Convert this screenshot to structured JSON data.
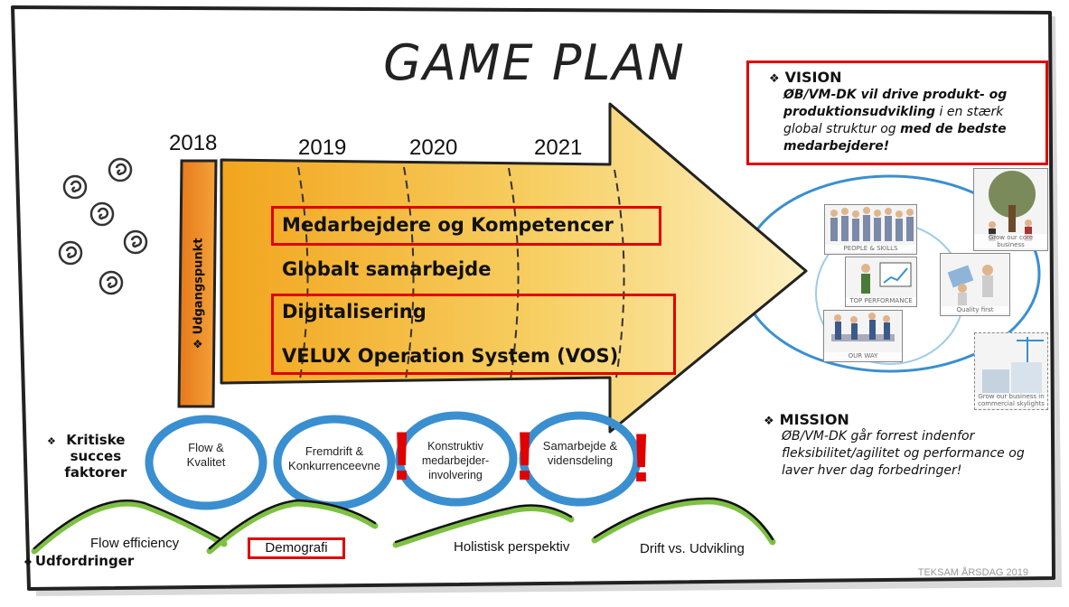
{
  "title": "GAME PLAN",
  "years": [
    "2018",
    "2019",
    "2020",
    "2021"
  ],
  "start_label": "Udgangspunkt",
  "arrow_items": [
    "Medarbejdere og Kompetencer",
    "Globalt samarbejde",
    "Digitalisering",
    "VELUX Operation System (VOS)"
  ],
  "vision": {
    "heading": "VISION",
    "body_bold_1": "ØB/VM-DK vil drive produkt- og produktionsudvikling",
    "body_regular": " i en stærk global struktur og ",
    "body_bold_2": "med de bedste medarbejdere!"
  },
  "mission": {
    "heading": "MISSION",
    "body": "ØB/VM-DK går forrest indenfor fleksibilitet/agilitet og performance og laver hver dag forbedringer!"
  },
  "csf_label": "Kritiske succes faktorer",
  "csf_circles": [
    "Flow & Kvalitet",
    "Fremdrift & Konkurrenceevne",
    "Konstruktiv medarbejder-involvering",
    "Samarbejde & vidensdeling"
  ],
  "challenges_label": "Udfordringer",
  "challenges": [
    "Flow efficiency",
    "Demografi",
    "Holistisk perspektiv",
    "Drift vs. Udvikling"
  ],
  "photos": [
    {
      "caption": "PEOPLE & SKILLS"
    },
    {
      "caption": "TOP PERFORMANCE"
    },
    {
      "caption": "OUR WAY"
    },
    {
      "caption": "Grow our core business"
    },
    {
      "caption": "Quality first"
    },
    {
      "caption": "Grow our business in commercial skylights"
    }
  ],
  "exclamation": "!",
  "bullet": "❖",
  "footer": "TEKSAM ÅRSDAG 2019",
  "colors": {
    "accent_red": "#e00000",
    "arrow_orange": "#f2a51d",
    "arrow_yellow": "#fbe9a5",
    "blue_ring": "#3a8fd0",
    "green_line": "#7dc142"
  }
}
